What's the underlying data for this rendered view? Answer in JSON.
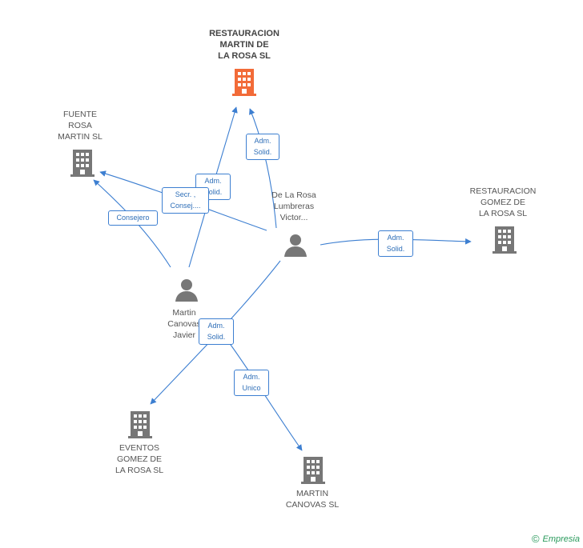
{
  "colors": {
    "edge": "#3d7fd1",
    "company": "#777777",
    "main_company": "#f26b38",
    "person": "#777777"
  },
  "nodes": {
    "restauracion_martin": {
      "label": "RESTAURACION\nMARTIN DE\nLA ROSA SL",
      "icon": "building-icon"
    },
    "fuente_rosa": {
      "label": "FUENTE\nROSA\nMARTIN SL",
      "icon": "building-icon"
    },
    "de_la_rosa": {
      "label": "De La Rosa\nLumbreras\nVictor...",
      "icon": "person-icon"
    },
    "restauracion_gomez": {
      "label": "RESTAURACION\nGOMEZ DE\nLA ROSA SL",
      "icon": "building-icon"
    },
    "martin_canovas": {
      "label": "Martin\nCanovas\nJavier",
      "icon": "person-icon"
    },
    "eventos_gomez": {
      "label": "EVENTOS\nGOMEZ DE\nLA ROSA  SL",
      "icon": "building-icon"
    },
    "martin_canovas_sl": {
      "label": "MARTIN\nCANOVAS SL",
      "icon": "building-icon"
    }
  },
  "relations": {
    "adm_solid_top": "Adm.\nSolid.",
    "adm_solid_mid": "Adm.\nSolid.",
    "secr_consej": "Secr. ,\nConsej....",
    "consejero": "Consejero",
    "adm_solid_right": "Adm.\nSolid.",
    "adm_solid_low": "Adm.\nSolid.",
    "adm_unico": "Adm.\nUnico"
  },
  "footer": {
    "copyright": "©",
    "brand": "Empresia"
  }
}
